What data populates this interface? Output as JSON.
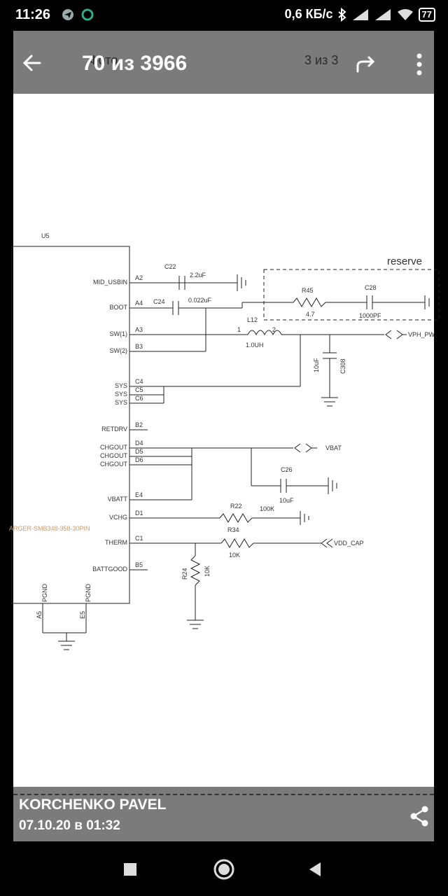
{
  "status_bar": {
    "time": "11:26",
    "speed": "0,6 КБ/с",
    "battery": "77"
  },
  "header": {
    "title": "70 из 3966",
    "ghost_left": "Фото",
    "ghost_right": "3 из 3",
    "icons": [
      "back-arrow-icon",
      "share-forward-icon",
      "more-vert-icon"
    ]
  },
  "schematic": {
    "chip": {
      "ref": "U5",
      "part": "ARGER-SMB348-358-30PIN",
      "pins": [
        {
          "name": "MID_USBIN",
          "num": "A2"
        },
        {
          "name": "BOOT",
          "num": "A4"
        },
        {
          "name": "SW(1)",
          "num": "A3"
        },
        {
          "name": "SW(2)",
          "num": "B3"
        },
        {
          "name": "SYS",
          "num": "C4"
        },
        {
          "name": "SYS",
          "num": "C5"
        },
        {
          "name": "SYS",
          "num": "C6"
        },
        {
          "name": "RETDRV",
          "num": "B2"
        },
        {
          "name": "CHGOUT",
          "num": "D4"
        },
        {
          "name": "CHGOUT",
          "num": "D5"
        },
        {
          "name": "CHGOUT",
          "num": "D6"
        },
        {
          "name": "VBATT",
          "num": "E4"
        },
        {
          "name": "VCHG",
          "num": "D1"
        },
        {
          "name": "THERM",
          "num": "C1"
        },
        {
          "name": "BATTGOOD",
          "num": "B5"
        }
      ],
      "bottom_pins": [
        {
          "name": "PGND",
          "num": "A5"
        },
        {
          "name": "PGND",
          "num": "E5"
        }
      ]
    },
    "components": {
      "c22": {
        "ref": "C22",
        "value": "2.2uF"
      },
      "c24": {
        "ref": "C24",
        "value": "0.022uF"
      },
      "l12": {
        "ref": "L12",
        "value": "1.0UH",
        "pin1": "1",
        "pin2": "2"
      },
      "c308": {
        "ref": "C308",
        "value": "10uF"
      },
      "r45": {
        "ref": "R45",
        "value": "4.7"
      },
      "c28": {
        "ref": "C28",
        "value": "1000PF"
      },
      "c26": {
        "ref": "C26",
        "value": "10uF"
      },
      "r22": {
        "ref": "R22",
        "value": "100K"
      },
      "r34": {
        "ref": "R34",
        "value": "10K"
      },
      "r24": {
        "ref": "R24",
        "value": "10K"
      }
    },
    "reserve_label": "reserve",
    "nets": {
      "vph": "VPH_PW",
      "vbat": "VBAT",
      "vdd_cap": "VDD_CAP"
    }
  },
  "footer": {
    "author": "KORCHENKO PAVEL",
    "date": "07.10.20 в 01:32",
    "share_icon": "share-icon"
  },
  "nav_bar": {
    "buttons": [
      "recents-square-icon",
      "home-circle-icon",
      "back-triangle-icon"
    ]
  }
}
